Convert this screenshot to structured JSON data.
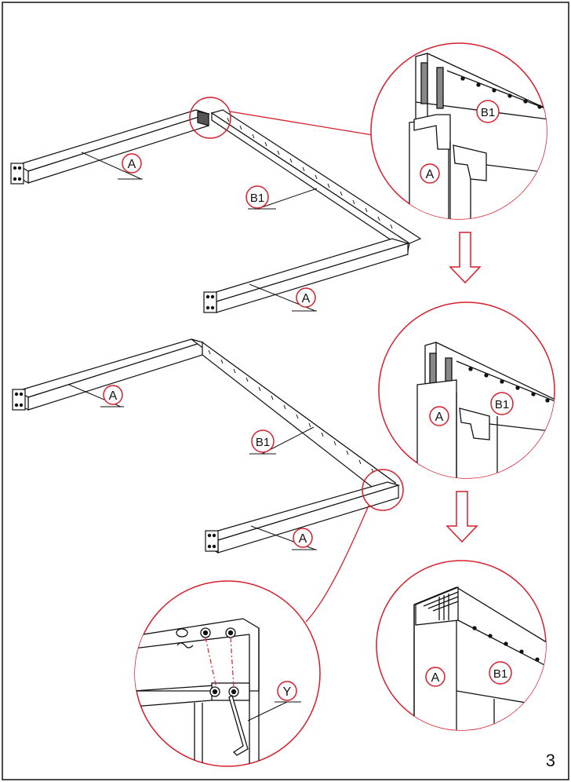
{
  "page": {
    "number": "3"
  },
  "labels": {
    "part_a": "A",
    "part_b1": "B1",
    "tool_y": "Y"
  },
  "colors": {
    "callout": "#d61f2c",
    "line": "#111111",
    "paper": "#ffffff"
  },
  "icons": [
    "down-arrow-icon",
    "hex-key-icon",
    "screw-icon"
  ]
}
